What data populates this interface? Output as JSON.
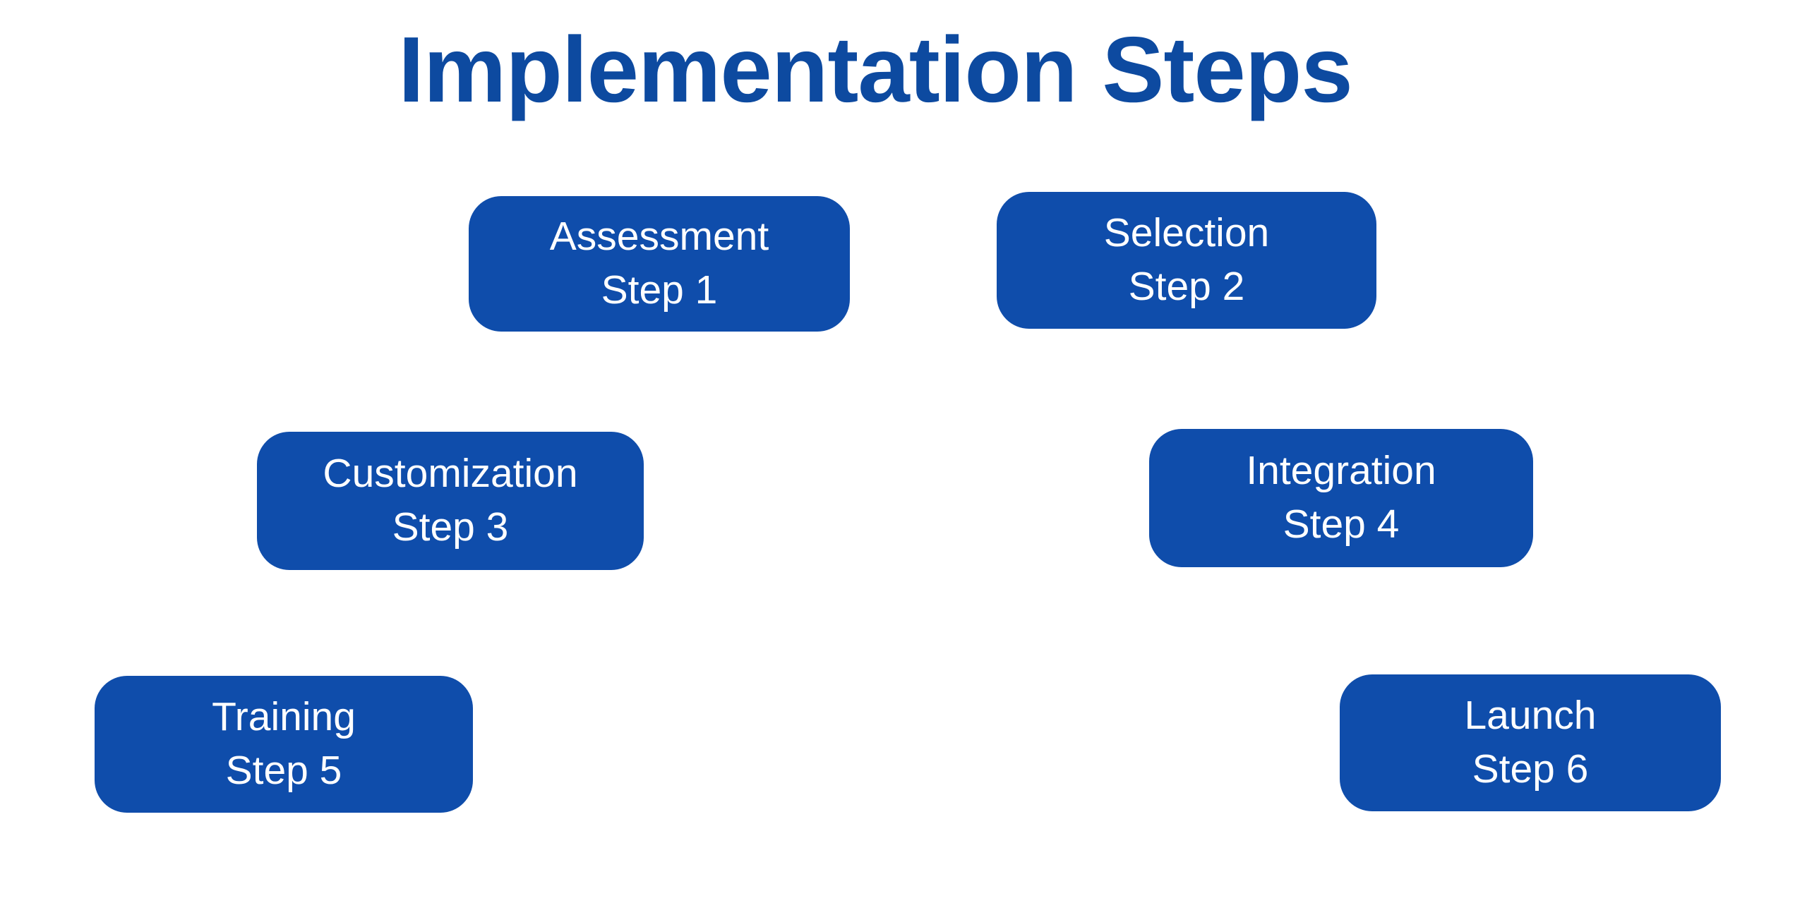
{
  "page": {
    "title": "Implementation Steps",
    "background_color": "#ffffff",
    "title_color": "#0d4aa0",
    "box_fill_color": "#0f4dab",
    "box_text_color": "#ffffff"
  },
  "steps": [
    {
      "id": "step-1",
      "label": "Assessment",
      "step_label": "Step 1",
      "number": 1
    },
    {
      "id": "step-2",
      "label": "Selection",
      "step_label": "Step 2",
      "number": 2
    },
    {
      "id": "step-3",
      "label": "Customization",
      "step_label": "Step 3",
      "number": 3
    },
    {
      "id": "step-4",
      "label": "Integration",
      "step_label": "Step 4",
      "number": 4
    },
    {
      "id": "step-5",
      "label": "Training",
      "step_label": "Step 5",
      "number": 5
    },
    {
      "id": "step-6",
      "label": "Launch",
      "step_label": "Step 6",
      "number": 6
    }
  ]
}
